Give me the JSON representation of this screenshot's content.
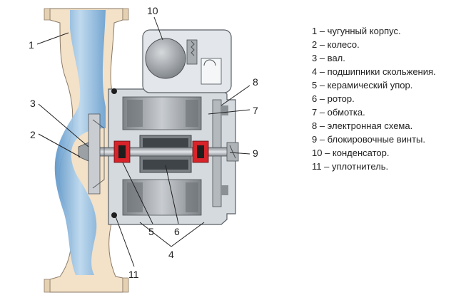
{
  "callouts": {
    "n1": "1",
    "n2": "2",
    "n3": "3",
    "n4": "4",
    "n5": "5",
    "n6": "6",
    "n7": "7",
    "n8": "8",
    "n9": "9",
    "n10": "10",
    "n11": "11"
  },
  "legend": [
    "1 – чугунный корпус.",
    "2 – колесо.",
    "3 – вал.",
    "4 – подшипники скольжения.",
    "5 – керамический упор.",
    "6 – ротор.",
    "7 – обмотка.",
    "8 – электронная схема.",
    "9 – блокировочные винты.",
    "10 – конденсатор.",
    "11 – уплотнитель."
  ],
  "colors": {
    "housing": "#f3e1c8",
    "water": "#9fc6e6",
    "metal": "#c9cdd2",
    "dark_metal": "#6d7277",
    "seal": "#d8232a",
    "winding": "#9ea3a8"
  }
}
